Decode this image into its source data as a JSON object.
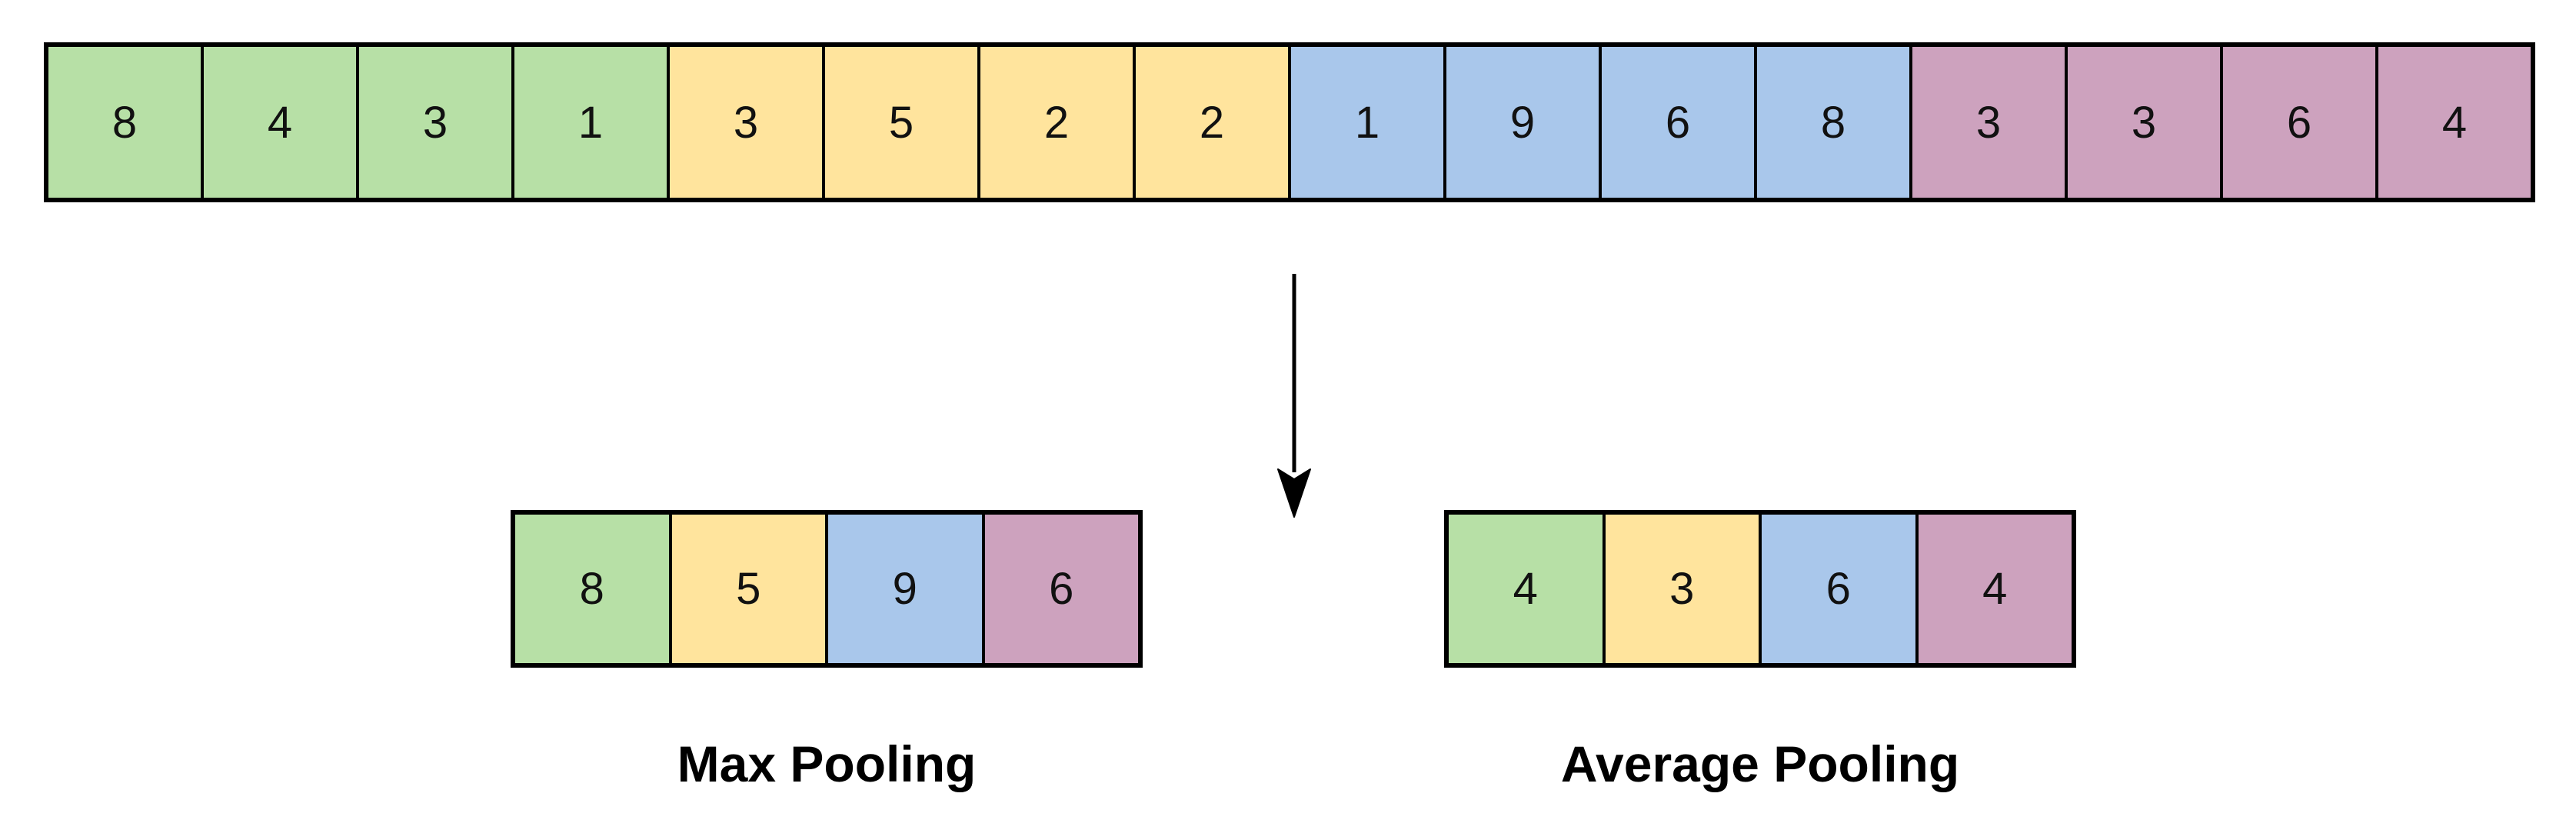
{
  "input_array": {
    "values": [
      "8",
      "4",
      "3",
      "1",
      "3",
      "5",
      "2",
      "2",
      "1",
      "9",
      "6",
      "8",
      "3",
      "3",
      "6",
      "4"
    ],
    "group_colors": [
      "green",
      "green",
      "green",
      "green",
      "yellow",
      "yellow",
      "yellow",
      "yellow",
      "blue",
      "blue",
      "blue",
      "blue",
      "pink",
      "pink",
      "pink",
      "pink"
    ]
  },
  "arrow": {
    "icon": "down-arrow",
    "glyph": "↓"
  },
  "max_pooling": {
    "label": "Max Pooling",
    "values": [
      "8",
      "5",
      "9",
      "6"
    ],
    "group_colors": [
      "green",
      "yellow",
      "blue",
      "pink"
    ]
  },
  "average_pooling": {
    "label": "Average Pooling",
    "values": [
      "4",
      "3",
      "6",
      "4"
    ],
    "group_colors": [
      "green",
      "yellow",
      "blue",
      "pink"
    ]
  },
  "colors": {
    "green": "#b7e0a6",
    "yellow": "#ffe49d",
    "blue": "#a9c7eb",
    "pink": "#cda2be",
    "border": "#000000",
    "arrow": "#000000",
    "text": "#000000",
    "background": "#ffffff"
  }
}
